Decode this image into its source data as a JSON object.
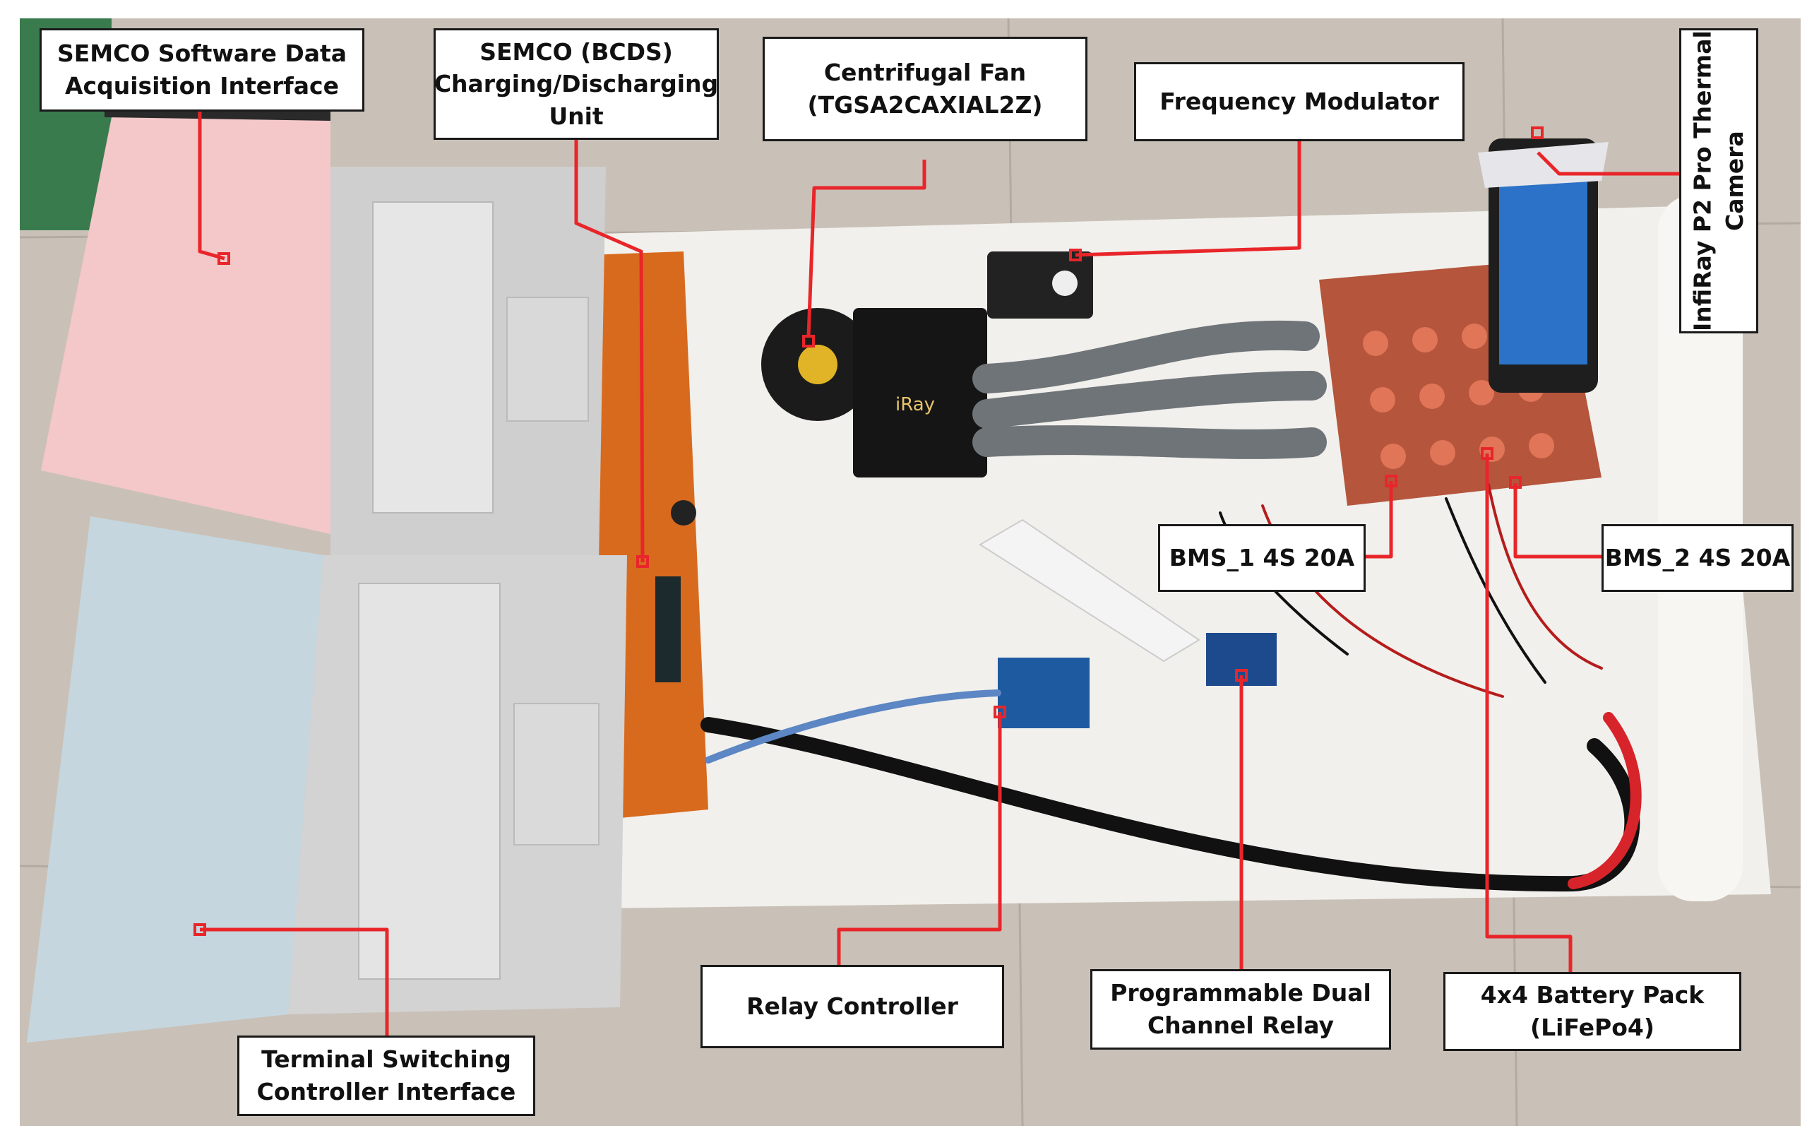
{
  "figure": {
    "colors": {
      "callout_line": "#e8262a",
      "floor": "#c7bfb6",
      "paper_sheet": "#f1f0ec",
      "laptop_silver": "#cfcfcf",
      "charger_orange": "#d86a1e"
    },
    "labels": {
      "semco_software": "SEMCO Software Data\nAcquisition Interface",
      "semco_bcds": "SEMCO (BCDS)\nCharging/Discharging\nUnit",
      "centrifugal_fan": "Centrifugal Fan\n(TGSA2CAXIAL2Z)",
      "frequency_modulator": "Frequency Modulator",
      "thermal_camera": "InfiRay P2 Pro Thermal\nCamera",
      "bms_1": "BMS_1 4S 20A",
      "bms_2": "BMS_2 4S 20A",
      "relay_controller": "Relay Controller",
      "dual_relay": "Programmable Dual\nChannel Relay",
      "battery_pack": "4x4 Battery Pack\n(LiFePo4)",
      "terminal_switching": "Terminal Switching\nController Interface"
    },
    "photo_text": {
      "camera_brand": "iRay"
    },
    "icons": [
      "laptop-icon",
      "charger-icon",
      "fan-icon",
      "camera-icon",
      "battery-icon",
      "relay-icon",
      "microcontroller-icon"
    ]
  }
}
